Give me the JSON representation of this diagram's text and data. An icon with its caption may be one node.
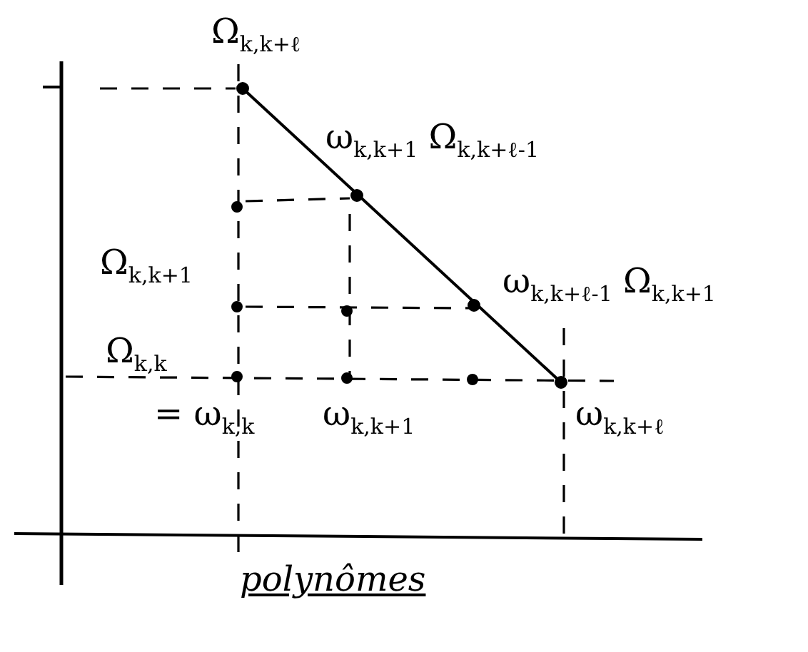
{
  "diagram": {
    "labels": [
      "Ω$_{k,k+ℓ}$",
      "ω$_{k,k+1}$ Ω$_{k,k+ℓ-1}$",
      "Ω$_{k,k+1}$",
      "ω$_{k,k+ℓ-1}$ Ω$_{k,k+1}$",
      "Ω$_{k,k}$",
      "= ω$_{k,k}$",
      "ω$_{k,k+1}$",
      "ω$_{k,k+ℓ}$",
      "polynômes"
    ]
  }
}
